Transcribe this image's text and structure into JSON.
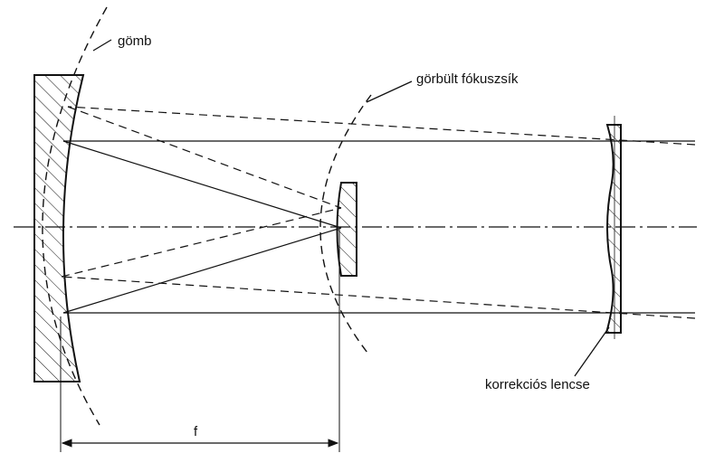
{
  "labels": {
    "sphere": "gömb",
    "focal_surface": "görbült fókuszsík",
    "corrector": "korrekciós lencse",
    "focal_length": "f"
  },
  "colors": {
    "ink": "#111111",
    "background": "#ffffff"
  }
}
